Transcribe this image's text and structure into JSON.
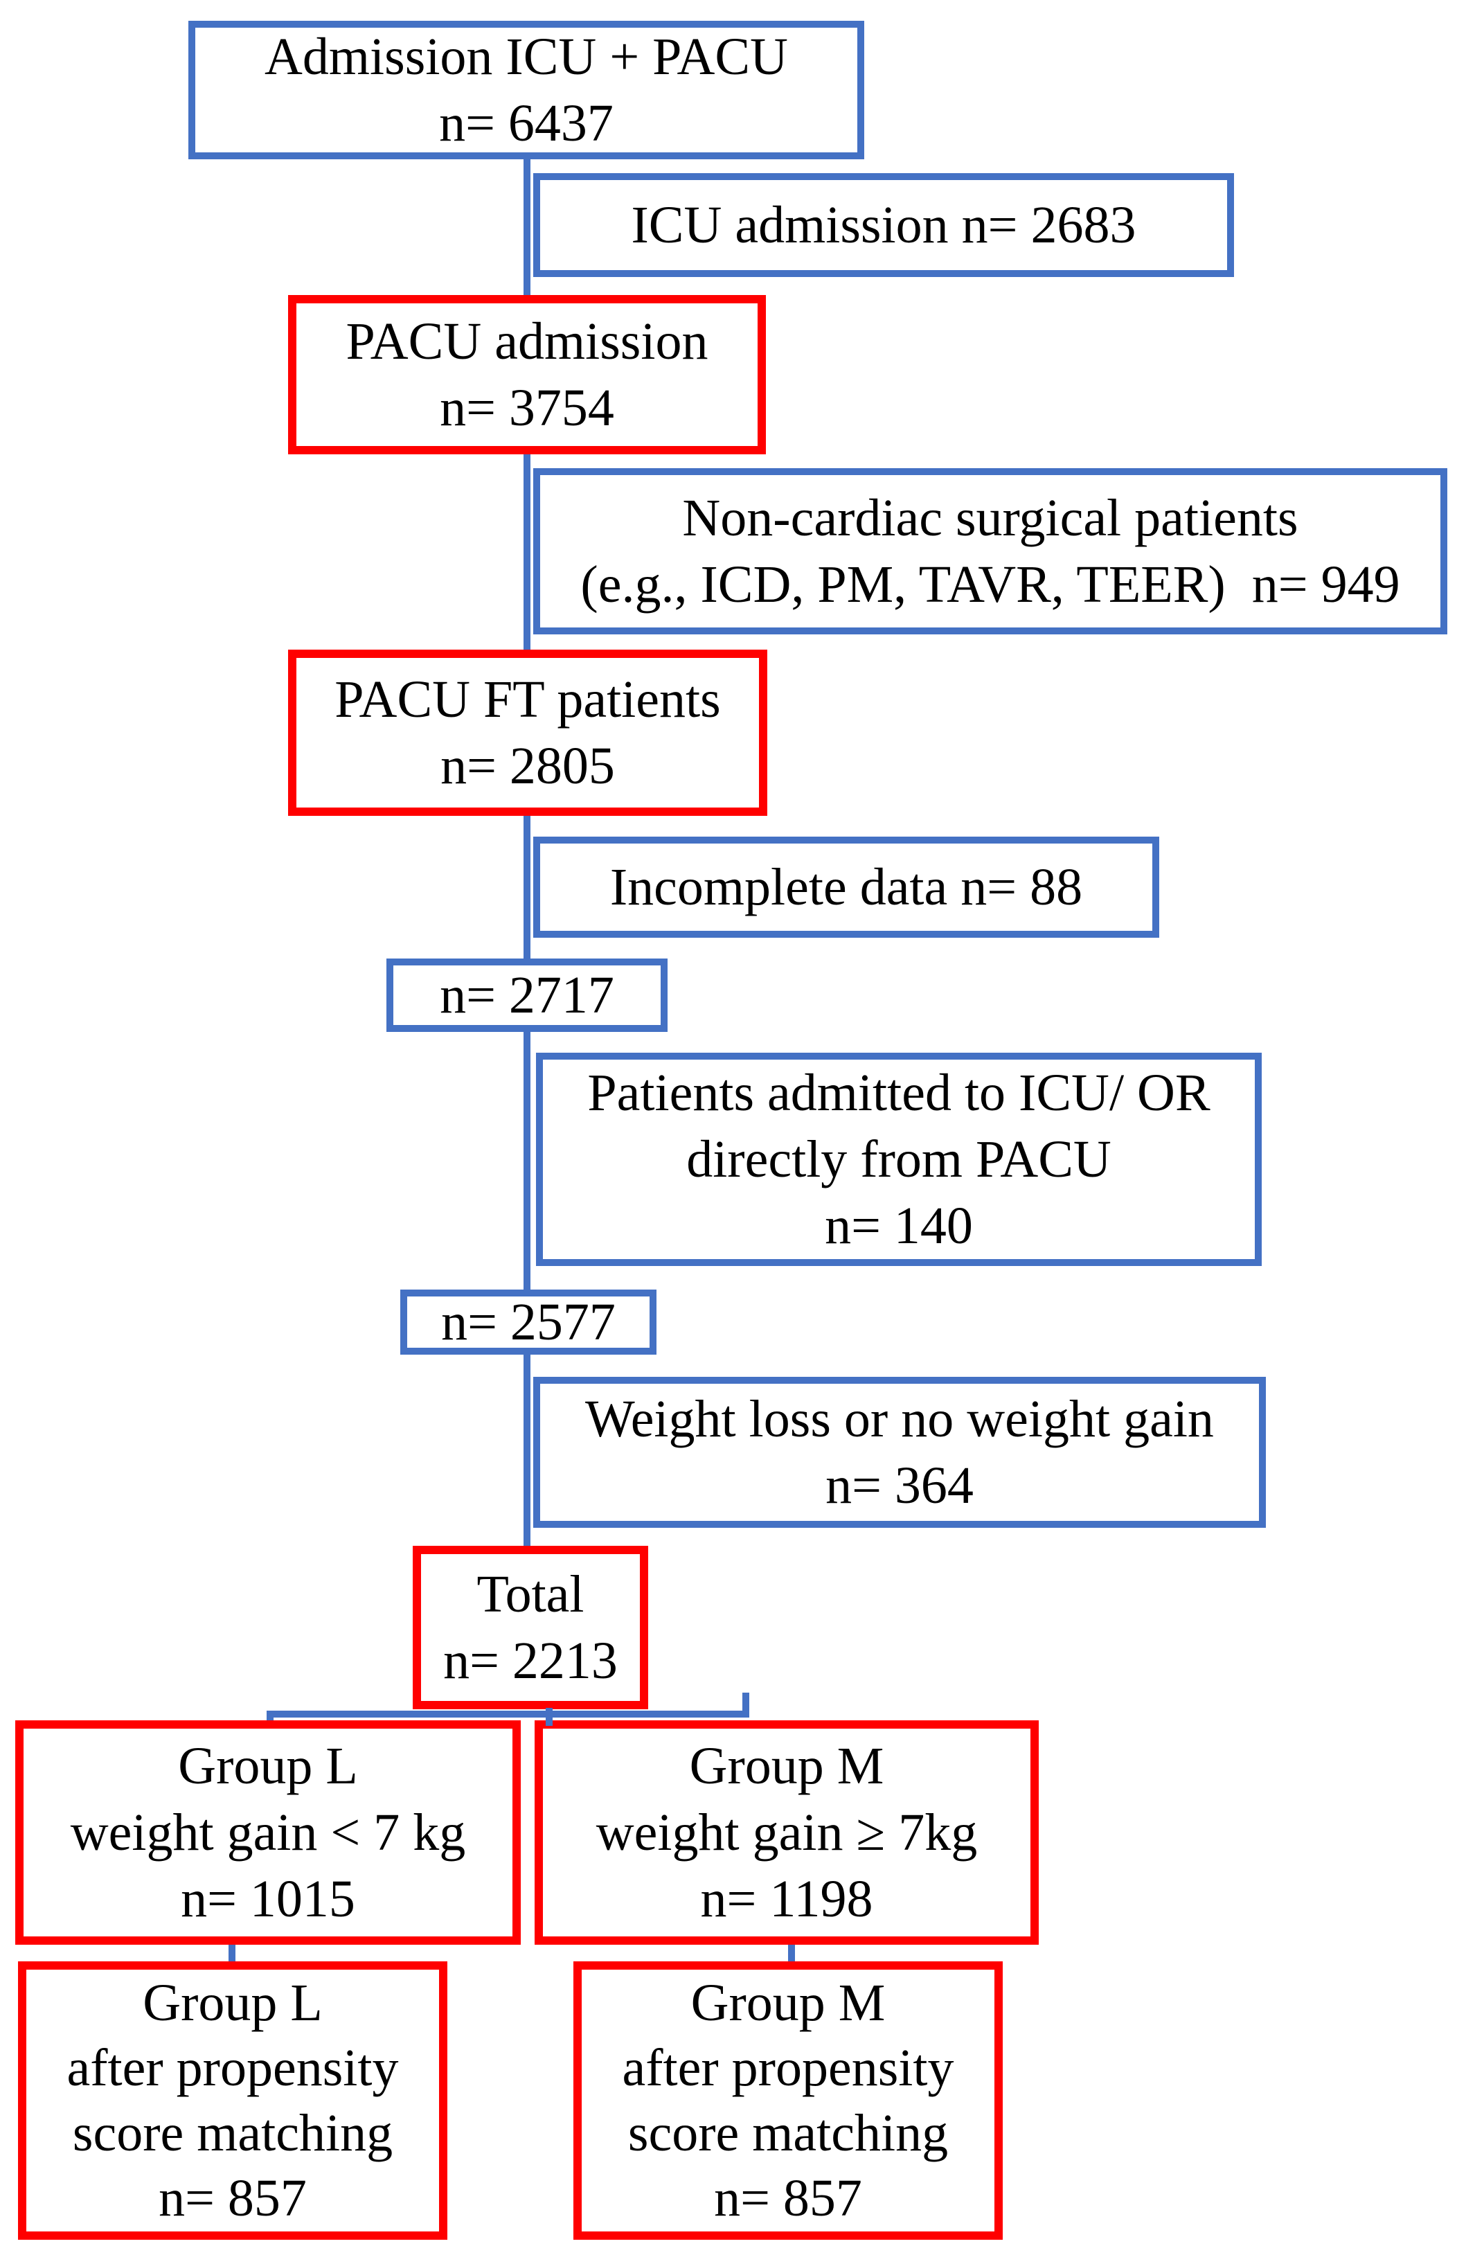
{
  "colors": {
    "connector_blue": "#4471C4",
    "box_border_blue": "#4471C4",
    "box_border_red": "#FF0000",
    "text": "#000000",
    "background": "#FFFFFF"
  },
  "flowchart": {
    "boxes": {
      "admission": {
        "border": "blue",
        "lines": [
          "Admission ICU + PACU",
          "n= 6437"
        ]
      },
      "icu_admission": {
        "border": "blue",
        "lines": [
          "ICU admission n= 2683"
        ]
      },
      "pacu_admission": {
        "border": "red",
        "lines": [
          "PACU admission",
          "n= 3754"
        ]
      },
      "non_cardiac": {
        "border": "blue",
        "lines": [
          "Non-cardiac surgical patients",
          "(e.g., ICD, PM, TAVR, TEER)  n= 949"
        ]
      },
      "pacu_ft": {
        "border": "red",
        "lines": [
          "PACU FT patients",
          "n= 2805"
        ]
      },
      "incomplete_data": {
        "border": "blue",
        "lines": [
          "Incomplete data n= 88"
        ]
      },
      "n_2717": {
        "border": "blue",
        "lines": [
          "n= 2717"
        ]
      },
      "icu_or_from_pacu": {
        "border": "blue",
        "lines": [
          "Patients admitted to ICU/ OR",
          "directly from PACU",
          "n= 140"
        ]
      },
      "n_2577": {
        "border": "blue",
        "lines": [
          "n= 2577"
        ]
      },
      "weight_loss": {
        "border": "blue",
        "lines": [
          "Weight loss or no weight gain",
          "n= 364"
        ]
      },
      "total": {
        "border": "red",
        "lines": [
          "Total",
          "n= 2213"
        ]
      },
      "group_l": {
        "border": "red",
        "lines": [
          "Group L",
          "weight gain < 7 kg",
          "n= 1015"
        ]
      },
      "group_m": {
        "border": "red",
        "lines": [
          "Group M",
          "weight gain ≥ 7kg",
          "n= 1198"
        ]
      },
      "group_l_psm": {
        "border": "red",
        "lines": [
          "Group L",
          "after propensity",
          "score matching",
          "n= 857"
        ]
      },
      "group_m_psm": {
        "border": "red",
        "lines": [
          "Group M",
          "after propensity",
          "score matching",
          "n= 857"
        ]
      }
    }
  }
}
